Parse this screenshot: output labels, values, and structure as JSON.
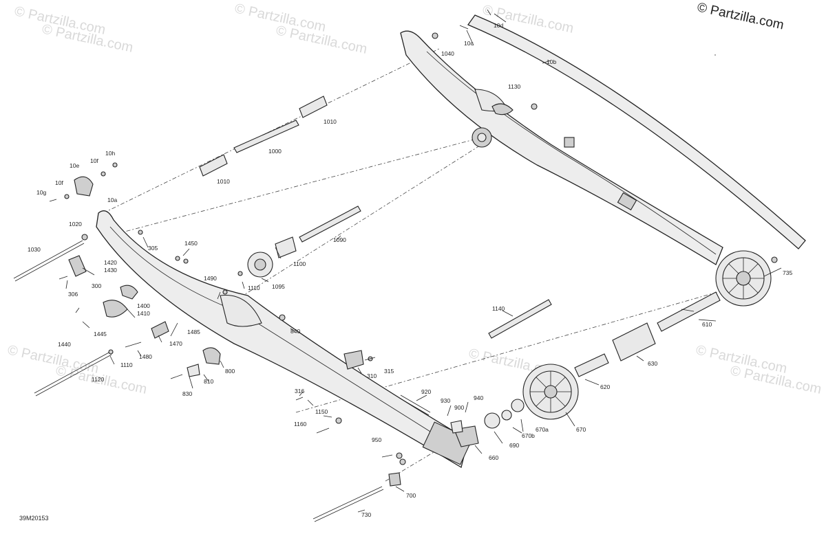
{
  "copyright": "© Partzilla.com",
  "watermark": "© Partzilla.com",
  "diagram_code": "39M20153",
  "labels": {
    "l_10a": "10a",
    "l_10b": "10b",
    "l_10c": "10c",
    "l_10d": "10d",
    "l_10e": "10e",
    "l_10f_1": "10f",
    "l_10f_2": "10f",
    "l_10g": "10g",
    "l_10h": "10h",
    "l_300": "300",
    "l_305": "305",
    "l_306": "306",
    "l_310": "310",
    "l_315": "315",
    "l_316": "316",
    "l_610": "610",
    "l_620": "620",
    "l_630": "630",
    "l_660": "660",
    "l_670": "670",
    "l_670a": "670a",
    "l_670b": "670b",
    "l_690": "690",
    "l_700": "700",
    "l_730": "730",
    "l_735": "735",
    "l_800": "800",
    "l_810": "810",
    "l_830": "830",
    "l_840": "840",
    "l_900": "900",
    "l_920": "920",
    "l_930": "930",
    "l_940": "940",
    "l_950": "950",
    "l_1000": "1000",
    "l_1010_a": "1010",
    "l_1010_b": "1010",
    "l_1020": "1020",
    "l_1030": "1030",
    "l_1040": "1040",
    "l_1090": "1090",
    "l_1095": "1095",
    "l_1100": "1100",
    "l_1110_a": "1110",
    "l_1110_b": "1110",
    "l_1120": "1120",
    "l_1130": "1130",
    "l_1140": "1140",
    "l_1150": "1150",
    "l_1160": "1160",
    "l_1400": "1400",
    "l_1410": "1410",
    "l_1420": "1420",
    "l_1430": "1430",
    "l_1440": "1440",
    "l_1445": "1445",
    "l_1450": "1450",
    "l_1470": "1470",
    "l_1480": "1480",
    "l_1485": "1485",
    "l_1490": "1490"
  }
}
